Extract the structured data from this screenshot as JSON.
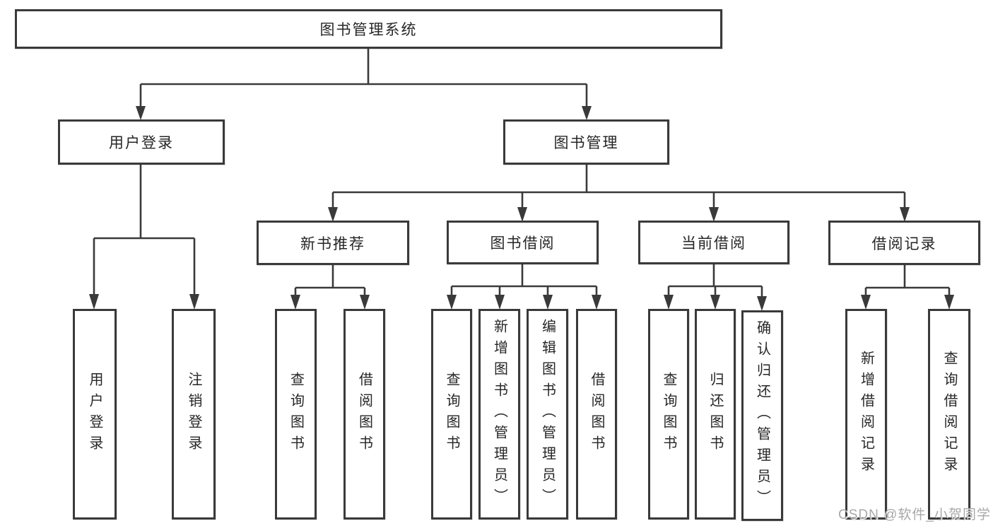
{
  "diagram_title": "图书管理系统",
  "watermark": "CSDN @软件_小贺同学",
  "colors": {
    "line": "#3a3a3a",
    "box_bg": "#ffffff",
    "text": "#262626",
    "watermark": "#a8a8a8",
    "page_bg": "#ffffff"
  },
  "nodes": {
    "root": "图书管理系统",
    "level2": [
      "用户登录",
      "图书管理"
    ],
    "level3": [
      "新书推荐",
      "图书借阅",
      "当前借阅",
      "借阅记录"
    ],
    "leaves_user": [
      "用户登录",
      "注销登录"
    ],
    "leaves_newbook": [
      "查询图书",
      "借阅图书"
    ],
    "leaves_borrow": [
      "查询图书",
      "新增图书（管理员）",
      "编辑图书（管理员）",
      "借阅图书"
    ],
    "leaves_current": [
      "查询图书",
      "归还图书",
      "确认归还（管理员）"
    ],
    "leaves_records": [
      "新增借阅记录",
      "查询借阅记录"
    ]
  }
}
